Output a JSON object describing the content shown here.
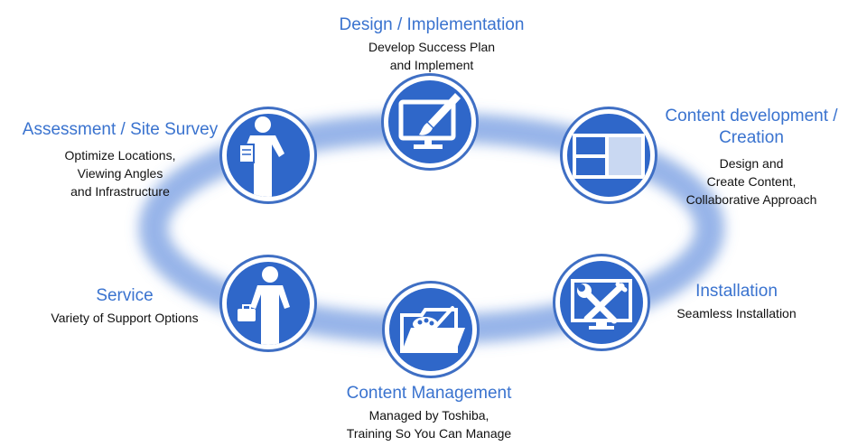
{
  "steps": {
    "design": {
      "title": "Design / Implementation",
      "desc": [
        "Develop Success Plan",
        "and Implement"
      ],
      "icon": "monitor-paintbrush-icon"
    },
    "content_dev": {
      "title": [
        "Content development /",
        "Creation"
      ],
      "desc": [
        "Design and",
        "Create Content,",
        "Collaborative Approach"
      ],
      "icon": "layout-grid-icon"
    },
    "installation": {
      "title": "Installation",
      "desc": [
        "Seamless Installation"
      ],
      "icon": "wrench-screwdriver-icon"
    },
    "content_mgmt": {
      "title": "Content Management",
      "desc": [
        "Managed by Toshiba,",
        "Training So You Can Manage"
      ],
      "icon": "folder-palette-icon"
    },
    "service": {
      "title": "Service",
      "desc": [
        "Variety of Support Options"
      ],
      "icon": "person-toolbox-icon"
    },
    "assessment": {
      "title": "Assessment / Site Survey",
      "desc": [
        "Optimize Locations,",
        "Viewing Angles",
        "and Infrastructure"
      ],
      "icon": "person-clipboard-icon"
    }
  },
  "colors": {
    "accent": "#3a73cf",
    "icon_fill": "#2f67c9",
    "ring_glow": "#6f97e0"
  }
}
